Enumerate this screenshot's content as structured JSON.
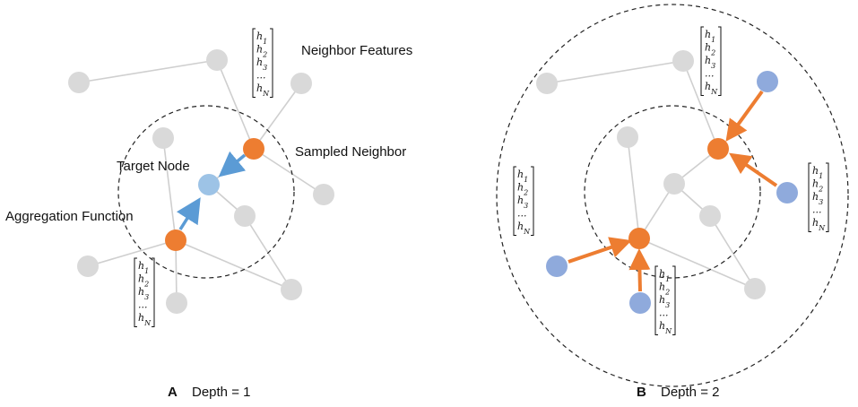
{
  "panel_a": {
    "letter": "A",
    "caption": "Depth = 1",
    "labels": {
      "neighbor_features": "Neighbor Features",
      "sampled_neighbor": "Sampled Neighbor",
      "target_node": "Target Node",
      "aggregation_function": "Aggregation Function"
    }
  },
  "panel_b": {
    "letter": "B",
    "caption": "Depth = 2"
  },
  "feature_vector": [
    "h1",
    "h2",
    "h3",
    "...",
    "hN"
  ],
  "colors": {
    "neighbor_node": "#d9d9d9",
    "edge": "#cfcfcf",
    "target_node": "#9dc3e6",
    "sampled_node": "#ed7d31",
    "outer_node": "#8faadc",
    "blue_arrow": "#5b9bd5",
    "orange_arrow": "#ed7d31"
  }
}
